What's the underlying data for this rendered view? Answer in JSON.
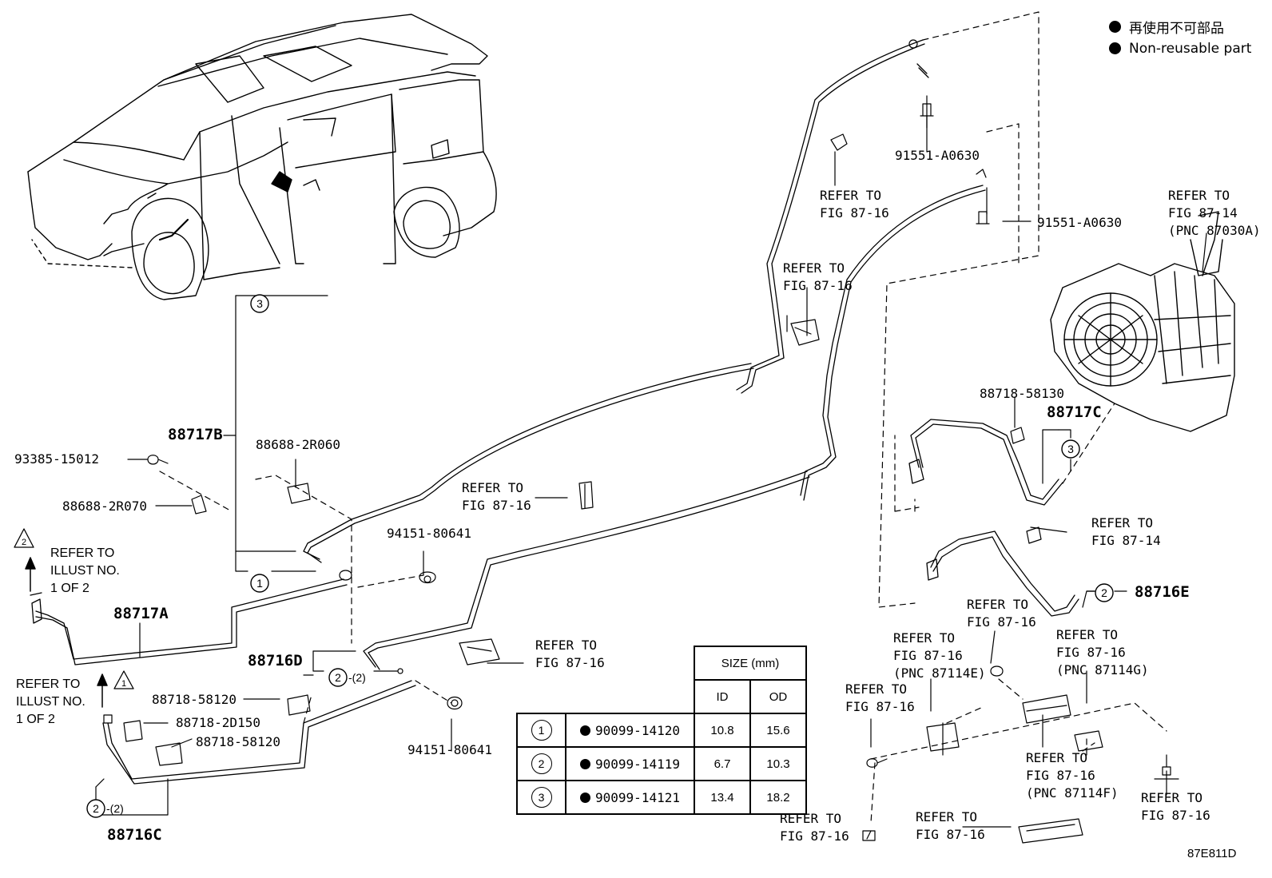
{
  "legend": {
    "items": [
      {
        "label": "再使用不可部品"
      },
      {
        "label": "Non-reusable part"
      }
    ]
  },
  "callouts": {
    "c_91551_top": "91551-A0630",
    "c_91551_mid": "91551-A0630",
    "refer_fig8716_top": "REFER TO\nFIG 87-16",
    "refer_fig8714_pnc": "REFER TO\nFIG 87-14\n(PNC 87030A)",
    "refer_fig8716_bracket": "REFER TO\nFIG 87-16",
    "c_88718_58130": "88718-58130",
    "c_88717C": "88717C",
    "c_88717B": "88717B",
    "c_88688_2R060": "88688-2R060",
    "c_93385": "93385-15012",
    "c_88688_2R070": "88688-2R070",
    "refer_illust_top": "REFER TO\nILLUST NO.\n1 OF 2",
    "c_88717A": "88717A",
    "refer_fig8716_center": "REFER TO\nFIG 87-16",
    "c_94151_top": "94151-80641",
    "refer_fig8714_right": "REFER TO\nFIG 87-14",
    "c_88716E": "88716E",
    "refer_fig8716_e1": "REFER TO\nFIG 87-16",
    "refer_fig8716_e2": "REFER TO\nFIG 87-16\n(PNC 87114E)",
    "refer_fig8716_e3": "REFER TO\nFIG 87-16\n(PNC 87114G)",
    "refer_fig8716_left_mid": "REFER TO\nFIG 87-16",
    "c_88716D": "88716D",
    "refer_fig8716_clip": "REFER TO\nFIG 87-16",
    "refer_illust_bottom": "REFER TO\nILLUST NO.\n1 OF 2",
    "c_88718_58120_a": "88718-58120",
    "c_88718_2D150": "88718-2D150",
    "c_88718_58120_b": "88718-58120",
    "c_94151_bottom": "94151-80641",
    "refer_fig8716_pncf": "REFER TO\nFIG 87-16\n(PNC 87114F)",
    "refer_fig8716_br1": "REFER TO\nFIG 87-16",
    "refer_fig8716_b1": "REFER TO\nFIG 87-16",
    "refer_fig8716_b2": "REFER TO\nFIG 87-16",
    "c_88716C": "88716C",
    "fig_code": "87E811D"
  },
  "markers": {
    "circle_1": "1",
    "circle_2": "2",
    "circle_3": "3",
    "qty_2": "-(2)",
    "tri_2": "2",
    "tri_1": "1"
  },
  "size_table": {
    "header": "SIZE (mm)",
    "col_id": "ID",
    "col_od": "OD",
    "rows": [
      {
        "no": "1",
        "part": "90099-14120",
        "id": "10.8",
        "od": "15.6"
      },
      {
        "no": "2",
        "part": "90099-14119",
        "id": "6.7",
        "od": "10.3"
      },
      {
        "no": "3",
        "part": "90099-14121",
        "id": "13.4",
        "od": "18.2"
      }
    ]
  }
}
